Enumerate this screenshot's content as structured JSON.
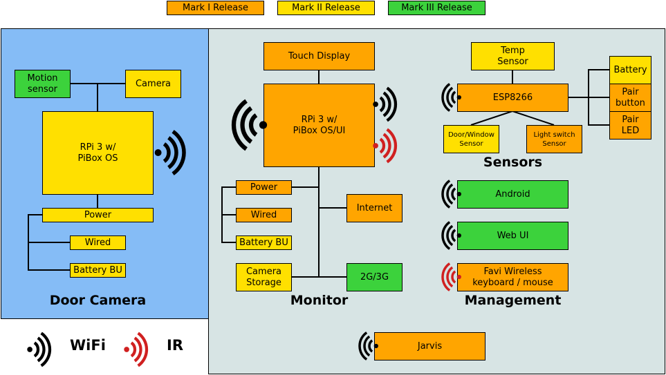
{
  "colors": {
    "mark1": "#FFA500",
    "mark2": "#FFE000",
    "mark3": "#3CD23C",
    "door_panel": "#85BCF6",
    "main_panel": "#D7E4E4",
    "wifi": "#000000",
    "ir": "#D02020"
  },
  "legend_top": {
    "mark1": "Mark I Release",
    "mark2": "Mark II Release",
    "mark3": "Mark III Release"
  },
  "door_camera": {
    "title": "Door Camera",
    "motion_sensor": "Motion\nsensor",
    "camera": "Camera",
    "rpi": "RPi 3 w/\nPiBox OS",
    "power": "Power",
    "wired": "Wired",
    "battery_bu": "Battery BU"
  },
  "monitor": {
    "title": "Monitor",
    "touch_display": "Touch Display",
    "rpi": "RPi 3 w/\nPiBox OS/UI",
    "power": "Power",
    "wired": "Wired",
    "battery_bu": "Battery BU",
    "camera_storage": "Camera\nStorage",
    "internet": "Internet",
    "cellular": "2G/3G"
  },
  "sensors": {
    "title": "Sensors",
    "temp_sensor": "Temp\nSensor",
    "esp8266": "ESP8266",
    "door_window": "Door/Window\nSensor",
    "light_switch": "Light switch\nSensor",
    "battery": "Battery",
    "pair_button": "Pair\nbutton",
    "pair_led": "Pair\nLED"
  },
  "management": {
    "title": "Management",
    "android": "Android",
    "web_ui": "Web UI",
    "favi": "Favi Wireless\nkeyboard / mouse"
  },
  "jarvis": "Jarvis",
  "legend_bottom": {
    "wifi": "WiFi",
    "ir": "IR"
  },
  "icons": {
    "wifi": "wifi-signal-icon",
    "ir": "ir-signal-icon"
  }
}
